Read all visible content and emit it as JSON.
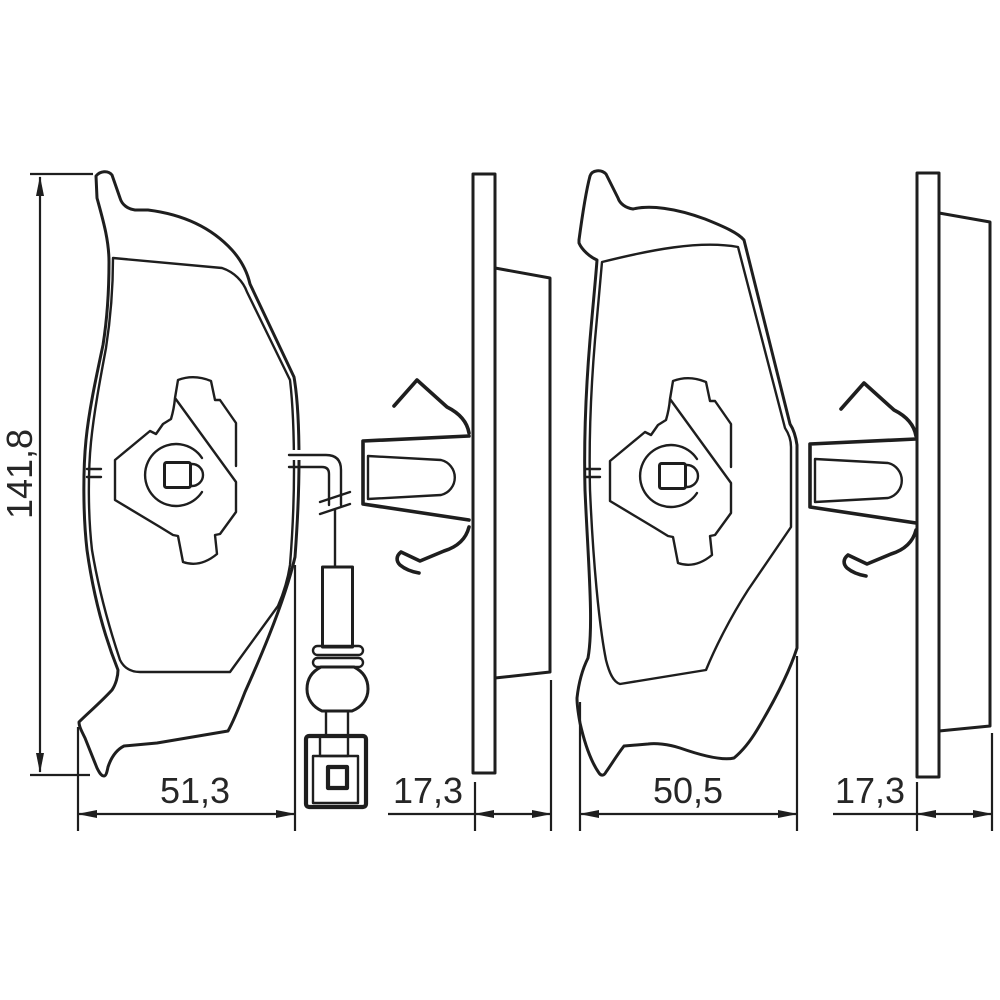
{
  "page": {
    "background": "#ffffff",
    "subject": "disc-brake-pad-set-technical-drawing"
  },
  "drawing": {
    "line_color": "#1e1e1e",
    "text_color": "#262626",
    "labels": {
      "height": "141,8",
      "pad1_width": "51,3",
      "pad1_thickness": "17,3",
      "pad2_width": "50,5",
      "pad2_thickness": "17,3"
    },
    "views": [
      {
        "id": "pad1-front",
        "desc": "outer-pad-front-view-with-wear-sensor"
      },
      {
        "id": "pad1-side",
        "desc": "pad-side-view-with-retaining-spring"
      },
      {
        "id": "pad2-front",
        "desc": "inner-pad-front-view"
      },
      {
        "id": "pad2-side",
        "desc": "pad-side-view-with-retaining-spring"
      }
    ]
  }
}
